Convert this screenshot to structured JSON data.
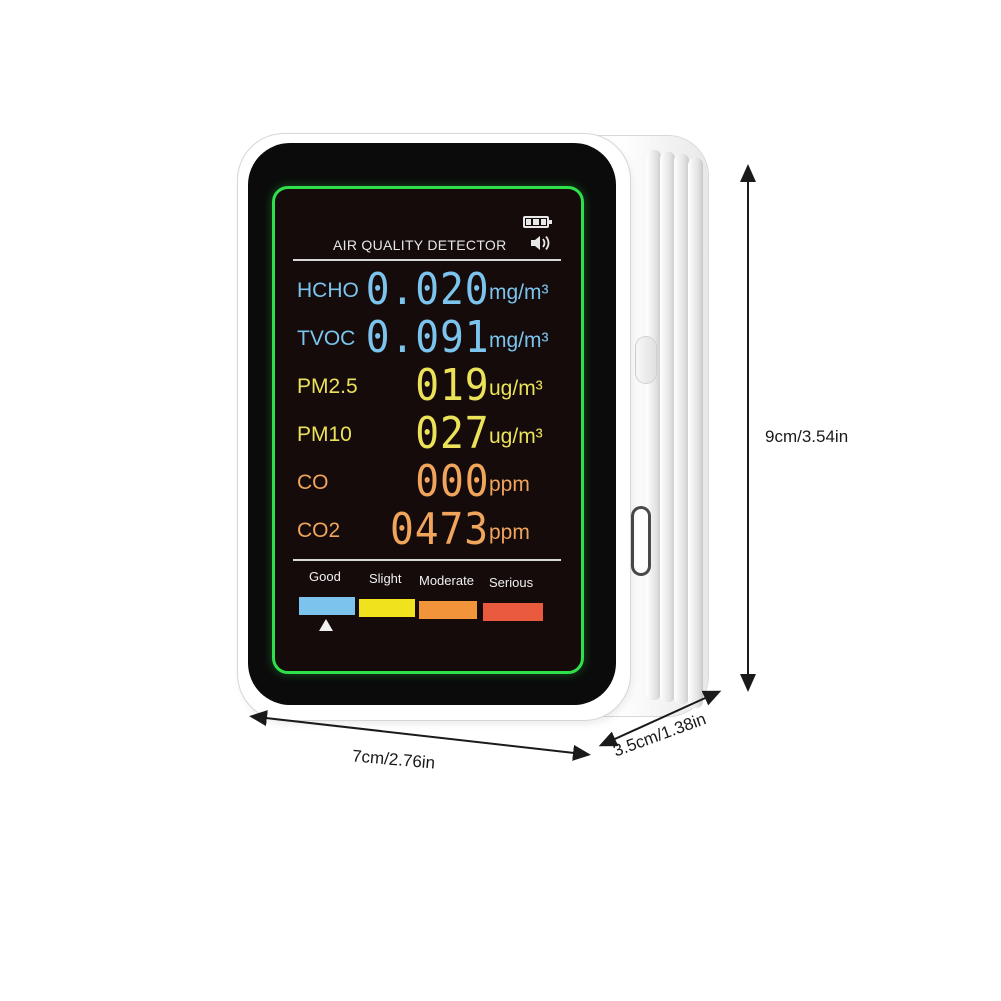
{
  "device": {
    "title": "AIR QUALITY DETECTOR",
    "icons": {
      "battery": "battery-icon",
      "speaker": "speaker-icon"
    },
    "readings": [
      {
        "name": "HCHO",
        "value": "0.020",
        "unit": "mg/m³",
        "color": "#7cc4ee"
      },
      {
        "name": "TVOC",
        "value": "0.091",
        "unit": "mg/m³",
        "color": "#7cc4ee"
      },
      {
        "name": "PM2.5",
        "value": "019",
        "unit": "ug/m³",
        "color": "#ece25a"
      },
      {
        "name": "PM10",
        "value": "027",
        "unit": "ug/m³",
        "color": "#ece25a"
      },
      {
        "name": "CO",
        "value": "000",
        "unit": "ppm",
        "color": "#f0a45c"
      },
      {
        "name": "CO2",
        "value": "0473",
        "unit": "ppm",
        "color": "#f0a45c"
      }
    ],
    "scale": [
      {
        "label": "Good",
        "color": "#7cc4ee"
      },
      {
        "label": "Slight",
        "color": "#f1e21e"
      },
      {
        "label": "Moderate",
        "color": "#f2943a"
      },
      {
        "label": "Serious",
        "color": "#ea5a3e"
      }
    ],
    "frame_color": "#2ee04a"
  },
  "dimensions": {
    "height": "9cm/3.54in",
    "width": "7cm/2.76in",
    "depth": "3.5cm/1.38in"
  }
}
